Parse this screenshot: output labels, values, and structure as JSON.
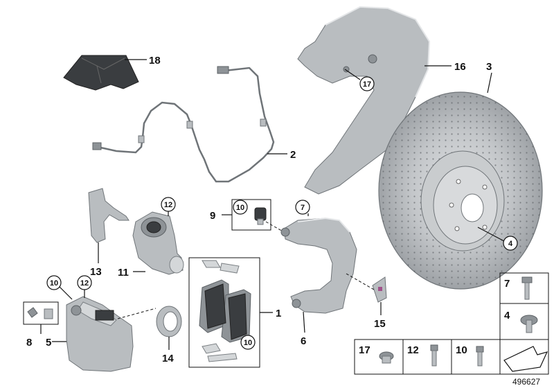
{
  "labels": {
    "p1": "1",
    "p2": "2",
    "p3": "3",
    "p4": "4",
    "p5": "5",
    "p6": "6",
    "p7": "7",
    "p8": "8",
    "p9": "9",
    "p10": "10",
    "p11": "11",
    "p12": "12",
    "p13": "13",
    "p14": "14",
    "p15": "15",
    "p16": "16",
    "p17": "17",
    "p18": "18"
  },
  "legend": {
    "row1": "7",
    "row2": "4",
    "bottom": [
      "17",
      "12",
      "10"
    ]
  },
  "image_id": "496627",
  "colors": {
    "metal": "#b9bdc0",
    "dark": "#3a3d40",
    "line": "#111111"
  }
}
